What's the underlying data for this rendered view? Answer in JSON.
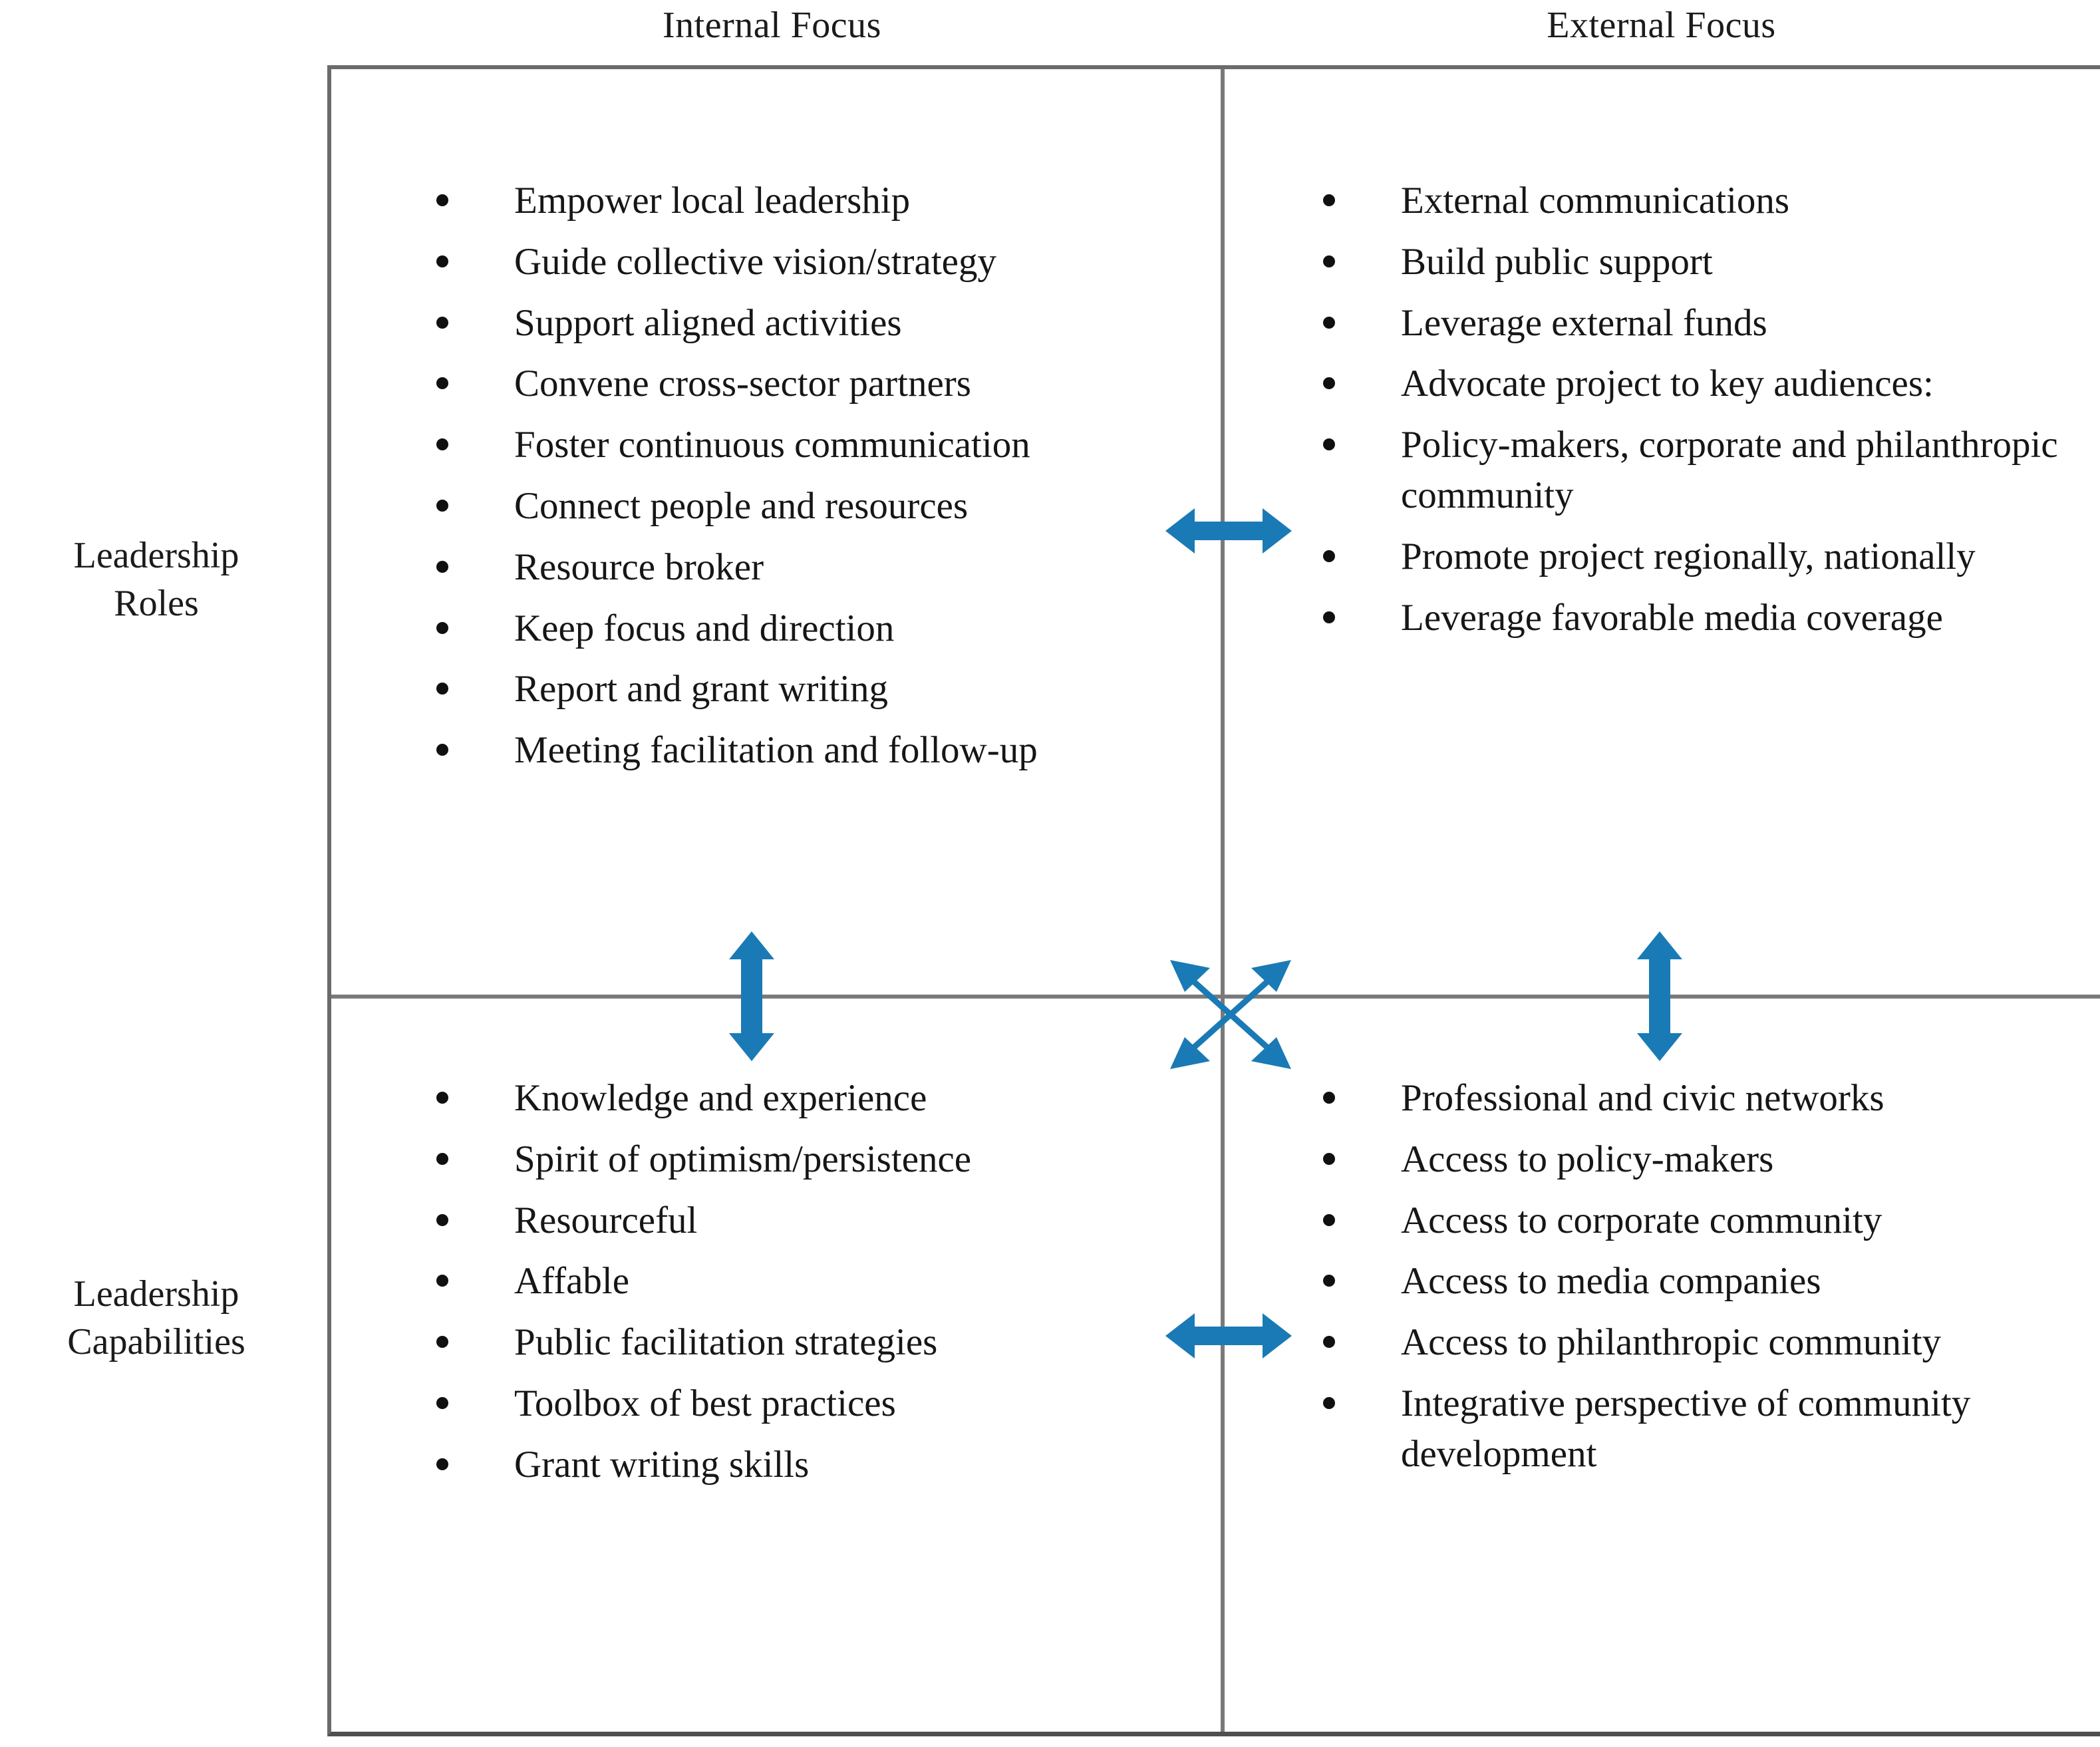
{
  "figure": {
    "column_headers": {
      "internal": "Internal Focus",
      "external": "External Focus"
    },
    "row_labels": {
      "roles_line1": "Leadership",
      "roles_line2": "Roles",
      "capabilities_line1": "Leadership",
      "capabilities_line2": "Capabilities"
    },
    "quadrants": {
      "roles_internal": [
        "Empower local leadership",
        "Guide collective vision/strategy",
        "Support aligned activities",
        "Convene cross-sector partners",
        "Foster continuous communication",
        "Connect people and resources",
        "Resource broker",
        "Keep focus and direction",
        "Report and grant writing",
        "Meeting facilitation and follow-up"
      ],
      "roles_external": [
        "External communications",
        "Build public support",
        "Leverage external funds",
        "Advocate project to key audiences:",
        "Policy-makers, corporate and philanthropic community",
        "Promote project regionally, nationally",
        "Leverage favorable media coverage"
      ],
      "capabilities_internal": [
        "Knowledge and experience",
        "Spirit of optimism/persistence",
        "Resourceful",
        "Affable",
        "Public facilitation strategies",
        "Toolbox of best practices",
        "Grant writing skills"
      ],
      "capabilities_external": [
        "Professional and civic networks",
        "Access to policy-makers",
        "Access to corporate community",
        "Access to media companies",
        "Access to philanthropic community",
        "Integrative perspective of community development"
      ]
    },
    "arrows": [
      {
        "name": "roles-horizontal-arrow",
        "direction": "left-right"
      },
      {
        "name": "capabilities-horizontal-arrow",
        "direction": "left-right"
      },
      {
        "name": "internal-vertical-arrow",
        "direction": "up-down"
      },
      {
        "name": "external-vertical-arrow",
        "direction": "up-down"
      },
      {
        "name": "center-diagonal-arrow",
        "direction": "four-way-diagonal"
      }
    ],
    "colors": {
      "arrow_blue": "#1a7ab5",
      "grid_line": "#7a7a7a",
      "text": "#161616",
      "background": "#ffffff"
    }
  }
}
